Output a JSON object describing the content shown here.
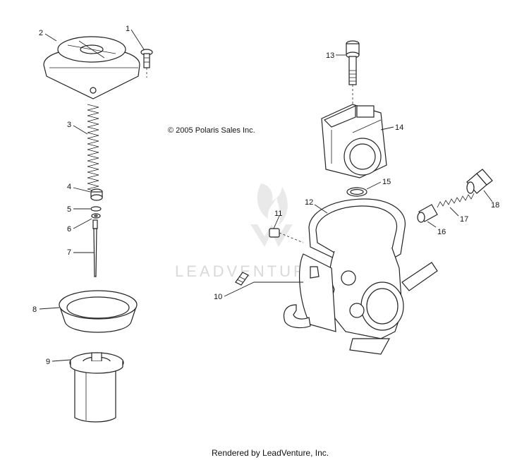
{
  "copyright": "© 2005 Polaris Sales Inc.",
  "footer": "Rendered by LeadVenture, Inc.",
  "watermark": "LEADVENTURE",
  "callouts": [
    "1",
    "2",
    "3",
    "4",
    "5",
    "6",
    "7",
    "8",
    "9",
    "10",
    "11",
    "12",
    "13",
    "14",
    "15",
    "16",
    "17",
    "18"
  ]
}
